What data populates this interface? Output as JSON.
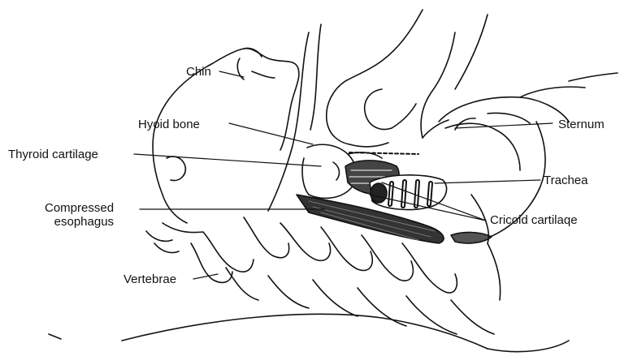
{
  "figure": {
    "labels": {
      "chin": "Chin",
      "hyoid_bone": "Hyoid bone",
      "thyroid_cartilage": "Thyroid cartilage",
      "compressed_esophagus_line1": "Compressed",
      "compressed_esophagus_line2": "esophagus",
      "vertebrae": "Vertebrae",
      "sternum": "Sternum",
      "trachea": "Trachea",
      "cricoid_cartilage": "Cricoid cartilaqe"
    },
    "colors": {
      "ink": "#111111",
      "background": "#ffffff"
    }
  }
}
